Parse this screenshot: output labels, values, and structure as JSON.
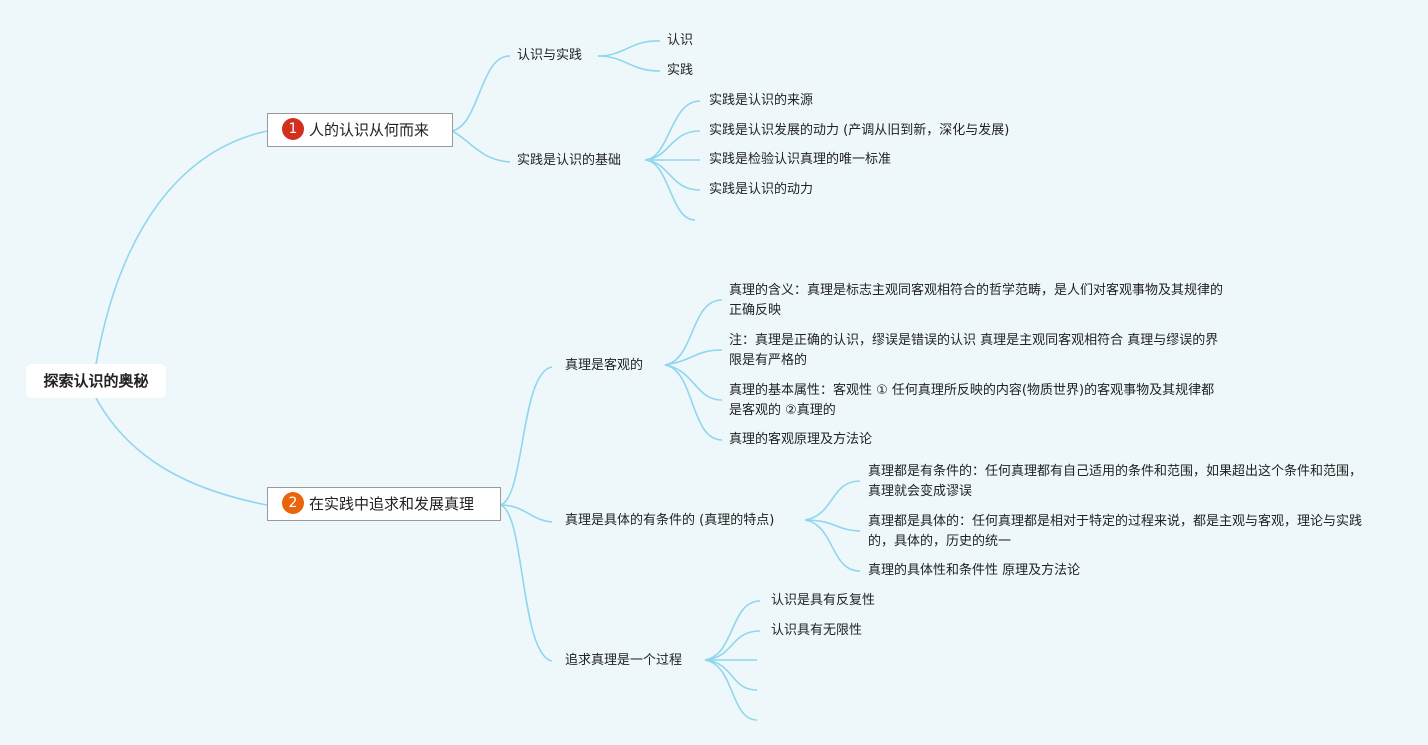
{
  "root": "探索认识的奥秘",
  "branch1": {
    "number": "1",
    "title": "人的认识从何而来",
    "sub1": {
      "label": "认识与实践",
      "children": [
        "认识",
        "实践"
      ]
    },
    "sub2": {
      "label": "实践是认识的基础",
      "children": [
        "实践是认识的来源",
        "实践是认识发展的动力 (产调从旧到新，深化与发展)",
        "实践是检验认识真理的唯一标准",
        "实践是认识的动力"
      ]
    }
  },
  "branch2": {
    "number": "2",
    "title": "在实践中追求和发展真理",
    "sub1": {
      "label": "真理是客观的",
      "children": [
        "真理的含义：真理是标志主观同客观相符合的哲学范畴，是人们对客观事物及其规律的正确反映",
        "注：真理是正确的认识，缪误是错误的认识 真理是主观同客观相符合 真理与缪误的界限是有严格的",
        "真理的基本属性：客观性 ① 任何真理所反映的内容(物质世界)的客观事物及其规律都是客观的 ②真理的",
        "真理的客观原理及方法论"
      ]
    },
    "sub2": {
      "label": "真理是具体的有条件的 (真理的特点)",
      "children": [
        "真理都是有条件的：任何真理都有自己适用的条件和范围，如果超出这个条件和范围，真理就会变成谬误",
        "真理都是具体的：任何真理都是相对于特定的过程来说，都是主观与客观，理论与实践的，具体的，历史的统一",
        "真理的具体性和条件性 原理及方法论"
      ]
    },
    "sub3": {
      "label": "追求真理是一个过程",
      "children": [
        "认识是具有反复性",
        "认识具有无限性"
      ]
    }
  }
}
